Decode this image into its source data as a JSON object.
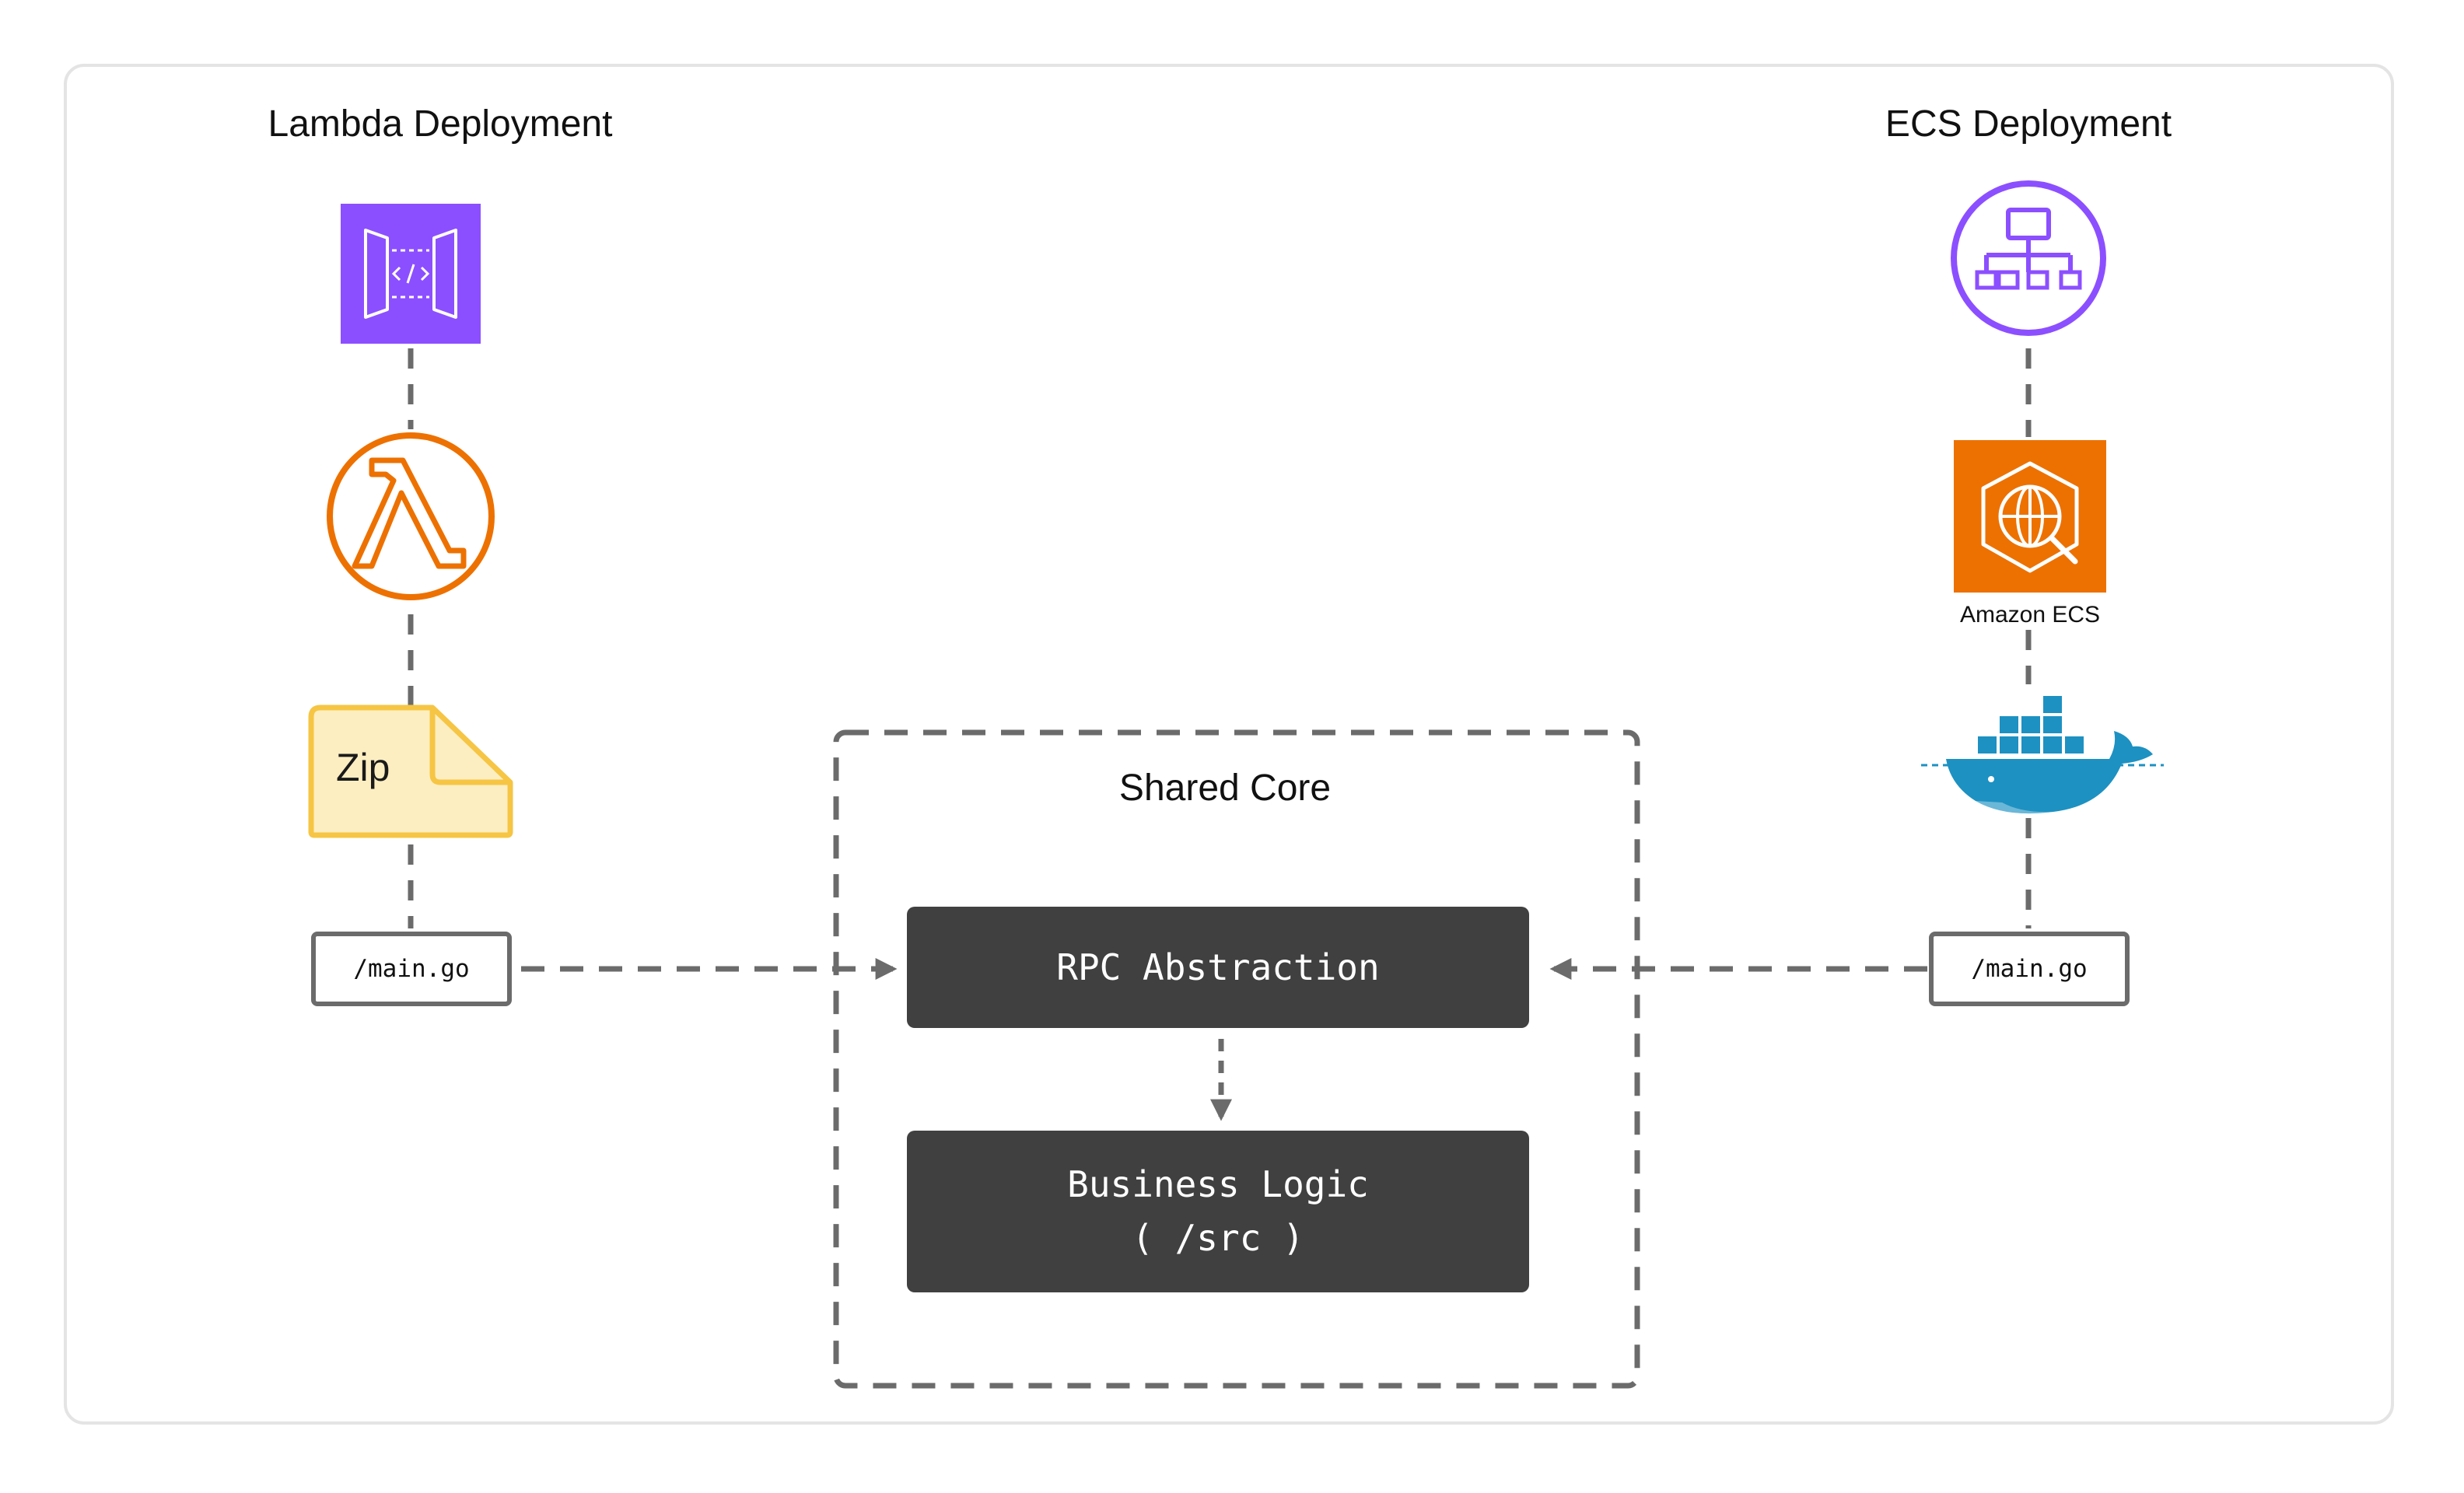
{
  "lambda": {
    "title": "Lambda Deployment",
    "api_gateway_icon": "aws-api-gateway-icon",
    "lambda_icon": "aws-lambda-icon",
    "zip_icon": "zip-file-icon",
    "zip_label": "Zip",
    "entry_file": "/main.go"
  },
  "ecs": {
    "title": "ECS Deployment",
    "load_balancer_icon": "aws-load-balancer-icon",
    "ecs_icon": "amazon-ecs-icon",
    "ecs_label": "Amazon ECS",
    "docker_icon": "docker-whale-icon",
    "entry_file": "/main.go"
  },
  "core": {
    "title": "Shared Core",
    "rpc_label": "RPC Abstraction",
    "business_label": "Business Logic",
    "business_sub": "( /src )"
  },
  "colors": {
    "api_gateway": "#8c4fff",
    "lambda": "#ed7100",
    "zip_fill": "#fdeec1",
    "zip_stroke": "#f6c544",
    "load_balancer": "#8c4fff",
    "ecs": "#ed7100",
    "docker": "#1d91c2",
    "connector": "#6b6b6b",
    "dark_box": "#404040"
  }
}
